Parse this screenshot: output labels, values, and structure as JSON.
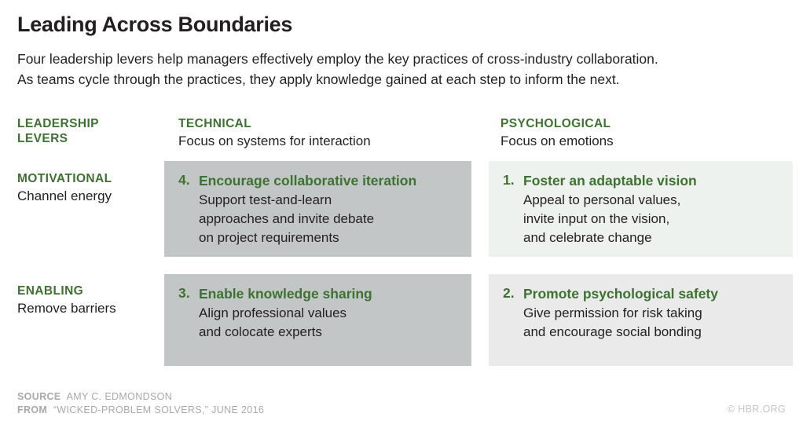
{
  "header": {
    "title": "Leading Across Boundaries",
    "subtitle_line1": "Four leadership levers help managers effectively employ the key practices of cross-industry collaboration.",
    "subtitle_line2": "As teams cycle through the practices, they apply knowledge gained at each step to inform the next."
  },
  "axis": {
    "corner_label_line1": "LEADERSHIP",
    "corner_label_line2": "LEVERS",
    "columns": [
      {
        "eyebrow": "TECHNICAL",
        "note": "Focus on systems for interaction"
      },
      {
        "eyebrow": "PSYCHOLOGICAL",
        "note": "Focus on emotions"
      }
    ],
    "rows": [
      {
        "eyebrow": "MOTIVATIONAL",
        "note": "Channel energy"
      },
      {
        "eyebrow": "ENABLING",
        "note": "Remove barriers"
      }
    ]
  },
  "cells": [
    {
      "number": "4.",
      "title": "Encourage collaborative iteration",
      "desc_line1": "Support test-and-learn",
      "desc_line2": "approaches and invite debate",
      "desc_line3": "on project requirements",
      "bg": "#c3c6c7"
    },
    {
      "number": "1.",
      "title": "Foster an adaptable vision",
      "desc_line1": "Appeal to personal values,",
      "desc_line2": "invite input on the vision,",
      "desc_line3": "and celebrate change",
      "bg": "#eef2ee"
    },
    {
      "number": "3.",
      "title": "Enable knowledge sharing",
      "desc_line1": "Align professional values",
      "desc_line2": "and colocate experts",
      "desc_line3": "",
      "bg": "#c3c6c7"
    },
    {
      "number": "2.",
      "title": "Promote psychological safety",
      "desc_line1": "Give permission for risk taking",
      "desc_line2": "and encourage social bonding",
      "desc_line3": "",
      "bg": "#eaeaea"
    }
  ],
  "footer": {
    "source_label": "SOURCE",
    "source_value": "AMY C. EDMONDSON",
    "from_label": "FROM",
    "from_value": "“WICKED-PROBLEM SOLVERS,” JUNE 2016",
    "credit": "© HBR.ORG"
  },
  "colors": {
    "green": "#3d7231",
    "text": "#231f20",
    "cell_dark": "#c3c6c7",
    "cell_light_green": "#eef2ee",
    "cell_light_gray": "#eaeaea",
    "footer_gray": "#a7a9ac"
  }
}
